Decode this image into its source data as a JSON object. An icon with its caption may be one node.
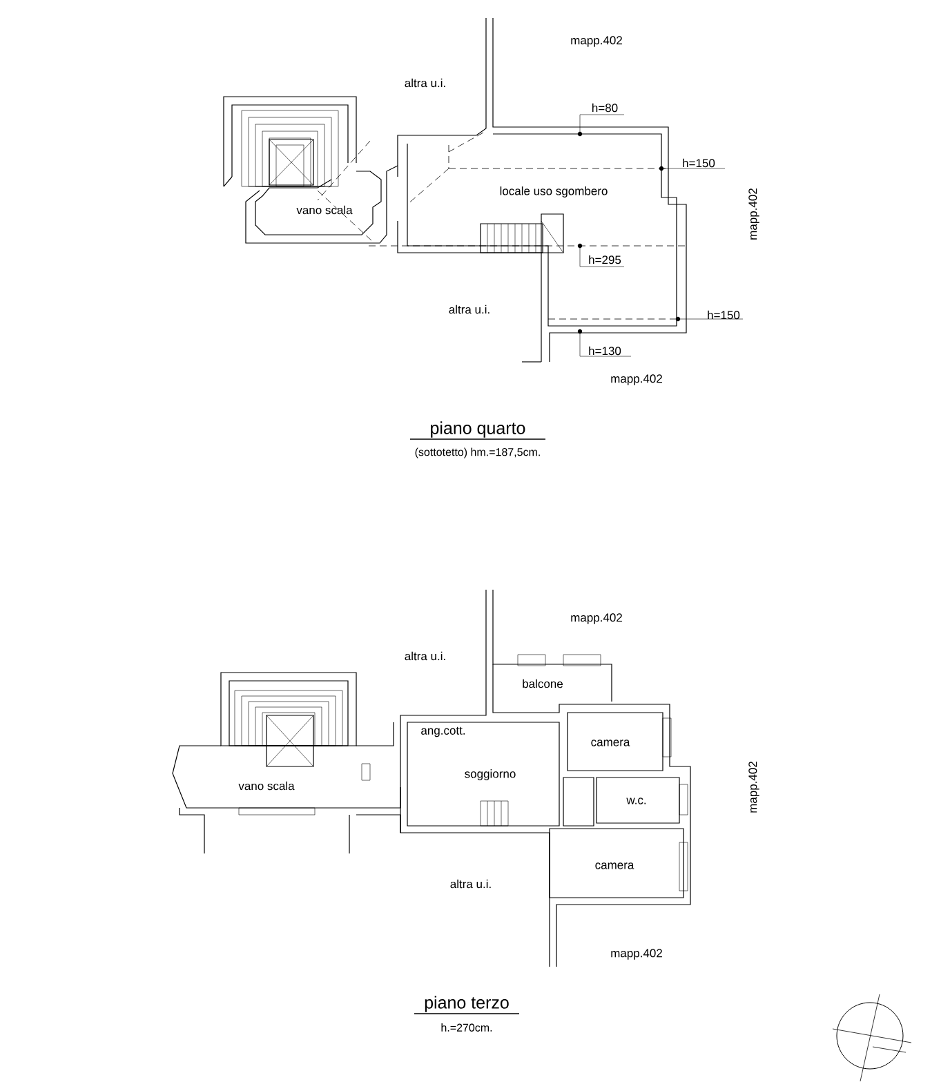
{
  "diagram": {
    "labels": [
      "mapp.402",
      "altra u.i.",
      "h=80",
      "h=150",
      "vano scala",
      "locale uso sgombero",
      "mapp.402",
      "h=295",
      "altra u.i.",
      "h=150",
      "h=130",
      "mapp.402",
      "piano quarto",
      "(sottotetto) hm.=187,5cm.",
      "mapp.402",
      "altra u.i.",
      "balcone",
      "ang.cott.",
      "camera",
      "vano scala",
      "soggiorno",
      "w.c.",
      "mapp.402",
      "camera",
      "altra u.i.",
      "mapp.402",
      "piano terzo",
      "h.=270cm."
    ]
  }
}
